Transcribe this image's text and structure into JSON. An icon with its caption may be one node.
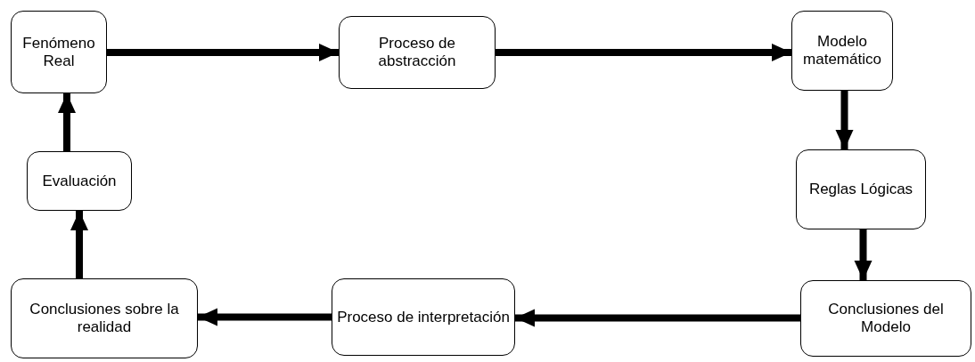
{
  "diagram": {
    "nodes": [
      {
        "text": [
          "Fenómeno Real"
        ]
      },
      {
        "text": [
          "Proceso de abstracción"
        ]
      },
      {
        "text": [
          "Modelo matemático"
        ]
      },
      {
        "text": [
          "Reglas Lógicas"
        ]
      },
      {
        "text": [
          "Conclusiones del Modelo"
        ]
      },
      {
        "text": [
          "Proceso de interpretación"
        ]
      },
      {
        "text": [
          "Conclusiones sobre la realidad"
        ]
      },
      {
        "text": [
          "Evaluación"
        ]
      }
    ],
    "edges": [
      {
        "from": 0,
        "to": 1,
        "arrow": "to"
      },
      {
        "from": 1,
        "to": 2,
        "arrow": "to"
      },
      {
        "from": 2,
        "to": 3,
        "arrow": "to"
      },
      {
        "from": 3,
        "to": 4,
        "arrow": "to"
      },
      {
        "from": 4,
        "to": 5,
        "arrow": "to"
      },
      {
        "from": 5,
        "to": 6,
        "arrow": "to"
      },
      {
        "from": 6,
        "to": 7,
        "arrow": "to"
      },
      {
        "from": 7,
        "to": 0,
        "arrow": "to"
      }
    ]
  }
}
